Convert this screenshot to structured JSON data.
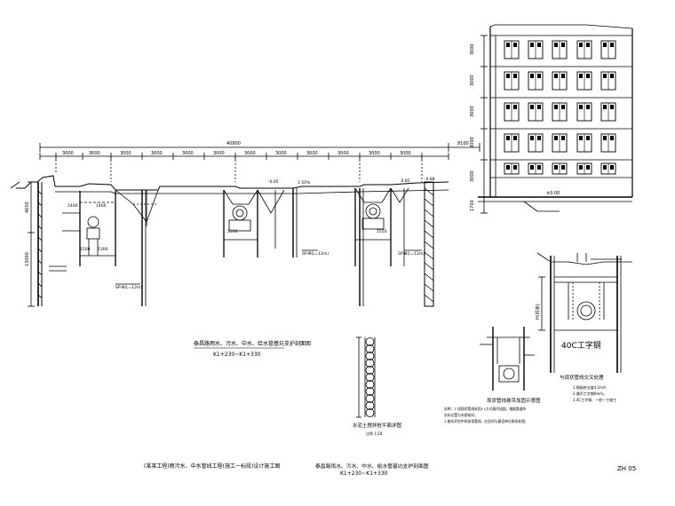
{
  "building": {
    "floor_heights": [
      "3000",
      "3000",
      "3000",
      "3000",
      "3000"
    ],
    "base_label": "±0.00",
    "foundation_depth": "1700"
  },
  "dimensions": {
    "overall_width": "40800",
    "building_gap": "8100",
    "left_height": "13000",
    "upper_height": "4650",
    "top_segments": [
      "3000",
      "3000",
      "3000",
      "3000",
      "3000",
      "3000",
      "3000",
      "3000",
      "3000",
      "3000",
      "3000",
      "3000"
    ],
    "trench_dims": [
      "1400",
      "1400",
      "2550",
      "1550",
      "1500",
      "1300"
    ],
    "pile_labels": [
      "SP-Ⅲ(L=12m)",
      "SP-Ⅲ(L=12m)",
      "SP-Ⅲ(L=12m)"
    ],
    "grade_labels": [
      "-0.05",
      "1.50%",
      "-0.85",
      "-0.88"
    ]
  },
  "main_section": {
    "title": "泰昌路雨水、污水、中水、给水管基坑支护剖面图",
    "subtitle": "K1+230~K1+330"
  },
  "wale_detail": {
    "title": "水泥土搅拌桩平面详图",
    "scale": "比例 1:20"
  },
  "pipe_detail": {
    "title": "现状管线悬吊加固示意图",
    "notes": [
      "说明：1.如现状管线采用ℓ.1方式悬吊加固，根据管道的",
      "实际位置与本图核对。",
      "2.基坑开挖中如发现管线，应及时与建设单位联系处理。"
    ]
  },
  "cross_detail": {
    "title": "与现状管线交叉处理",
    "label": "40C工字钢",
    "side_label": "H(现状)",
    "notes": [
      "1.钢板桩长度4.1mA.",
      "2.悬吊工字钢6mm。",
      "3.4C工字钢、一桩一丁施工"
    ]
  },
  "footer": {
    "project_title": "(某某工程)雨污水、中水管线工程(施工一标段)设计施工图",
    "sheet_title": "泰昌路雨水、污水、中水、给水管基坑支护剖面图",
    "sheet_subtitle": "K1+230~K1+330",
    "sheet_number": "ZH 05"
  }
}
